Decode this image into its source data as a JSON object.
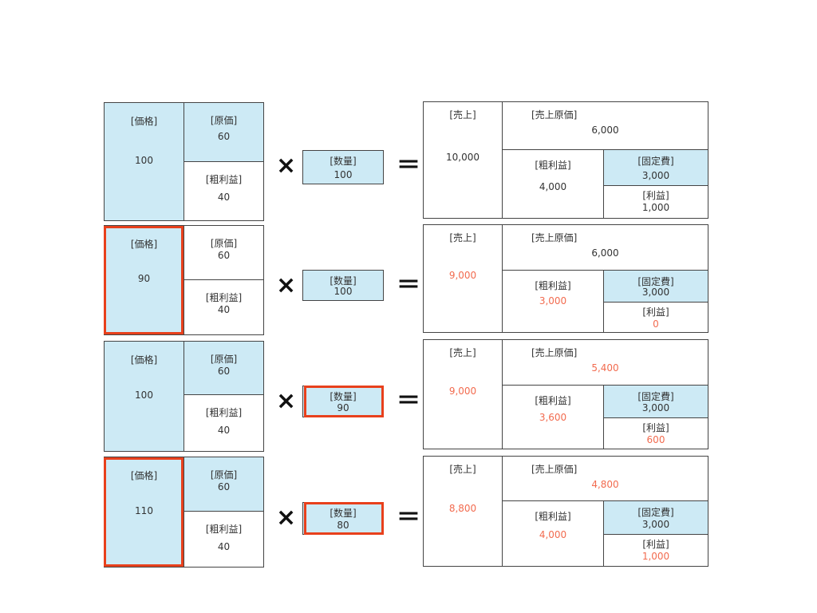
{
  "labels": {
    "price": "[価格]",
    "cost": "[原価]",
    "gross_margin": "[粗利益]",
    "quantity": "[数量]",
    "sales": "[売上]",
    "cost_of_sales": "[売上原価]",
    "fixed_cost": "[固定費]",
    "profit": "[利益]",
    "times": "×",
    "equals": "＝"
  },
  "colors": {
    "highlight_fill": "#cdeaf5",
    "changed_text": "#f26b4f",
    "highlight_border": "#e8401c"
  },
  "rows": [
    {
      "price": "100",
      "cost": "60",
      "margin": "40",
      "quantity": "100",
      "sales": "10,000",
      "cost_of_sales": "6,000",
      "gross_margin_total": "4,000",
      "fixed_cost": "3,000",
      "profit": "1,000",
      "price_highlighted": false,
      "quantity_highlighted": false,
      "changed": false,
      "cost_blue": true,
      "cost_of_sales_changed": false
    },
    {
      "price": "90",
      "cost": "60",
      "margin": "40",
      "quantity": "100",
      "sales": "9,000",
      "cost_of_sales": "6,000",
      "gross_margin_total": "3,000",
      "fixed_cost": "3,000",
      "profit": "0",
      "price_highlighted": true,
      "quantity_highlighted": false,
      "changed": true,
      "cost_blue": false,
      "cost_of_sales_changed": false
    },
    {
      "price": "100",
      "cost": "60",
      "margin": "40",
      "quantity": "90",
      "sales": "9,000",
      "cost_of_sales": "5,400",
      "gross_margin_total": "3,600",
      "fixed_cost": "3,000",
      "profit": "600",
      "price_highlighted": false,
      "quantity_highlighted": true,
      "changed": true,
      "cost_blue": true,
      "cost_of_sales_changed": true
    },
    {
      "price": "110",
      "cost": "60",
      "margin": "40",
      "quantity": "80",
      "sales": "8,800",
      "cost_of_sales": "4,800",
      "gross_margin_total": "4,000",
      "fixed_cost": "3,000",
      "profit": "1,000",
      "price_highlighted": true,
      "quantity_highlighted": true,
      "changed": true,
      "cost_blue": true,
      "cost_of_sales_changed": true
    }
  ]
}
